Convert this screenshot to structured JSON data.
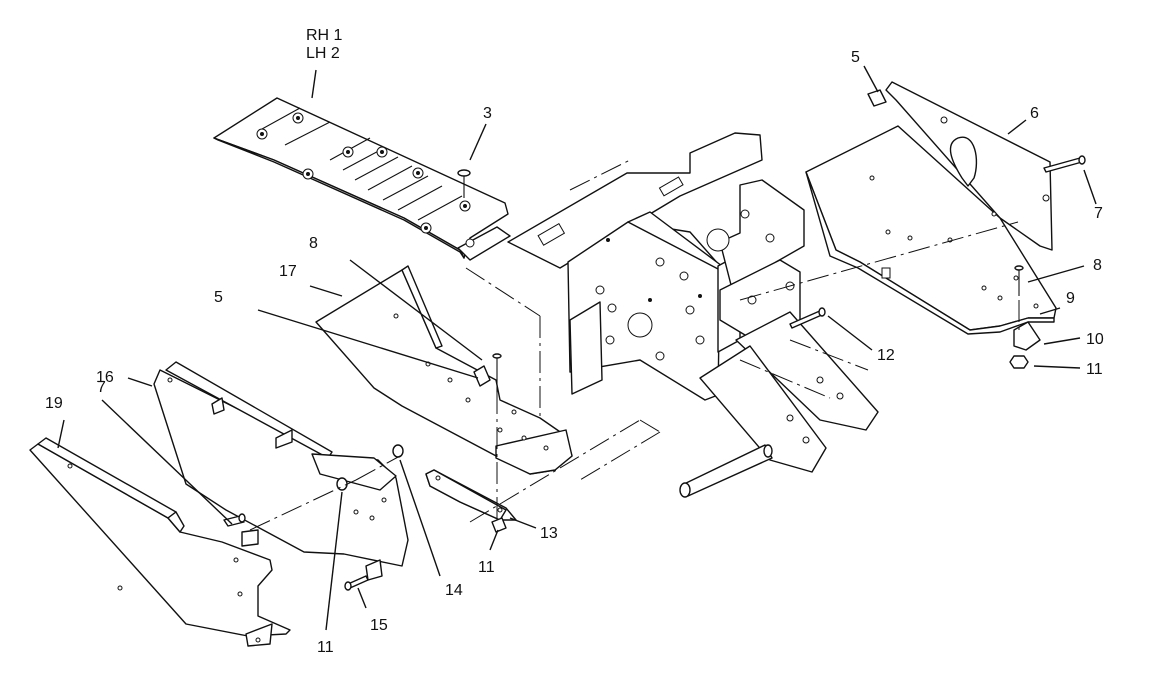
{
  "diagram": {
    "callouts": {
      "rh": "RH 1",
      "lh": "LH 2",
      "c3": "3",
      "c5_top": "5",
      "c6": "6",
      "c7_right": "7",
      "c8_right": "8",
      "c9": "9",
      "c10": "10",
      "c11_right": "11",
      "c12": "12",
      "c8_left": "8",
      "c17": "17",
      "c5_left": "5",
      "c16": "16",
      "c19": "19",
      "c7_left": "7",
      "c13": "13",
      "c11_mid": "11",
      "c14": "14",
      "c15": "15",
      "c11_bottom": "11"
    }
  }
}
